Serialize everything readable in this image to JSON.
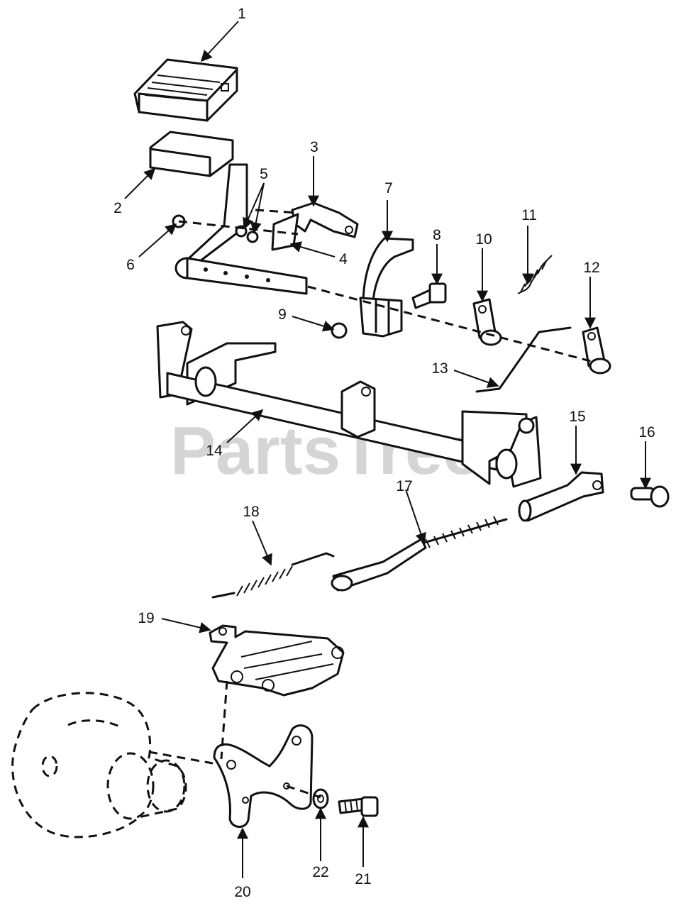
{
  "watermark": "PartsTree",
  "callouts": [
    "1",
    "2",
    "3",
    "4",
    "5",
    "6",
    "7",
    "8",
    "9",
    "10",
    "11",
    "12",
    "13",
    "14",
    "15",
    "16",
    "17",
    "18",
    "19",
    "20",
    "21",
    "22"
  ]
}
